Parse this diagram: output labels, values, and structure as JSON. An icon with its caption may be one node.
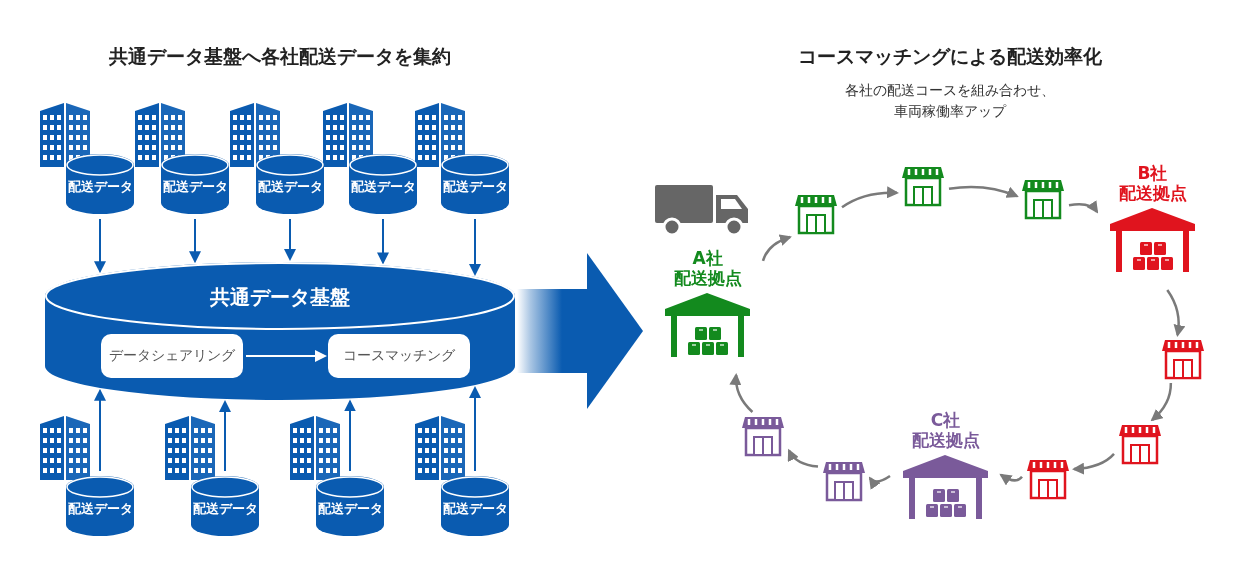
{
  "diagram": {
    "nodes": [
      {
        "text": [
          "配送データ"
        ]
      },
      {
        "text": [
          "配送データ"
        ]
      },
      {
        "text": [
          "配送データ"
        ]
      },
      {
        "text": [
          "配送データ"
        ]
      },
      {
        "text": [
          "配送データ"
        ]
      },
      {
        "text": [
          "共通データ基盤"
        ]
      },
      {
        "text": [
          "データシェアリング"
        ],
        "in": 5
      },
      {
        "text": [
          "コースマッチング"
        ],
        "in": 5
      },
      {
        "text": [
          "配送データ"
        ]
      },
      {
        "text": [
          "配送データ"
        ]
      },
      {
        "text": [
          "配送データ"
        ]
      },
      {
        "text": [
          "配送データ"
        ]
      },
      {
        "text": [
          "A社",
          "配送拠点"
        ]
      },
      {
        "text": [],
        "shape": "picture"
      },
      {
        "text": [],
        "shape": "picture"
      },
      {
        "text": [],
        "shape": "picture"
      },
      {
        "text": [
          "B社",
          "配送拠点"
        ]
      },
      {
        "text": [],
        "shape": "picture"
      },
      {
        "text": [],
        "shape": "picture"
      },
      {
        "text": [],
        "shape": "picture"
      },
      {
        "text": [
          "C社",
          "配送拠点"
        ]
      },
      {
        "text": [],
        "shape": "picture"
      },
      {
        "text": [],
        "shape": "picture"
      }
    ],
    "edges": [
      {
        "from": 0,
        "to": 5,
        "arrow": "to",
        "color": "#0a5bb0"
      },
      {
        "from": 1,
        "to": 5,
        "arrow": "to",
        "color": "#0a5bb0"
      },
      {
        "from": 2,
        "to": 5,
        "arrow": "to",
        "color": "#0a5bb0"
      },
      {
        "from": 3,
        "to": 5,
        "arrow": "to",
        "color": "#0a5bb0"
      },
      {
        "from": 4,
        "to": 5,
        "arrow": "to",
        "color": "#0a5bb0"
      },
      {
        "from": 6,
        "to": 7,
        "arrow": "to",
        "color": "#ffffff"
      },
      {
        "from": 8,
        "to": 5,
        "arrow": "to",
        "color": "#0a5bb0"
      },
      {
        "from": 9,
        "to": 5,
        "arrow": "to",
        "color": "#0a5bb0"
      },
      {
        "from": 10,
        "to": 5,
        "arrow": "to",
        "color": "#0a5bb0"
      },
      {
        "from": 11,
        "to": 5,
        "arrow": "to",
        "color": "#0a5bb0"
      },
      {
        "from": 5,
        "to": 12,
        "arrow": "to",
        "style": "thick",
        "color": "#0a5bb0"
      },
      {
        "from": 12,
        "to": 13,
        "arrow": "to"
      },
      {
        "from": 13,
        "to": 14,
        "arrow": "to"
      },
      {
        "from": 14,
        "to": 15,
        "arrow": "to"
      },
      {
        "from": 15,
        "to": 16,
        "arrow": "to"
      },
      {
        "from": 16,
        "to": 17,
        "arrow": "to"
      },
      {
        "from": 17,
        "to": 18,
        "arrow": "to"
      },
      {
        "from": 18,
        "to": 19,
        "arrow": "to"
      },
      {
        "from": 19,
        "to": 20,
        "arrow": "to"
      },
      {
        "from": 20,
        "to": 21,
        "arrow": "to"
      },
      {
        "from": 21,
        "to": 22,
        "arrow": "to"
      },
      {
        "from": 22,
        "to": 12,
        "arrow": "to"
      }
    ],
    "labels": [
      "共通データ基盤へ各社配送データを集約",
      "コースマッチングによる配送効率化",
      "各社の配送コースを組み合わせ、車両稼働率アップ"
    ]
  }
}
